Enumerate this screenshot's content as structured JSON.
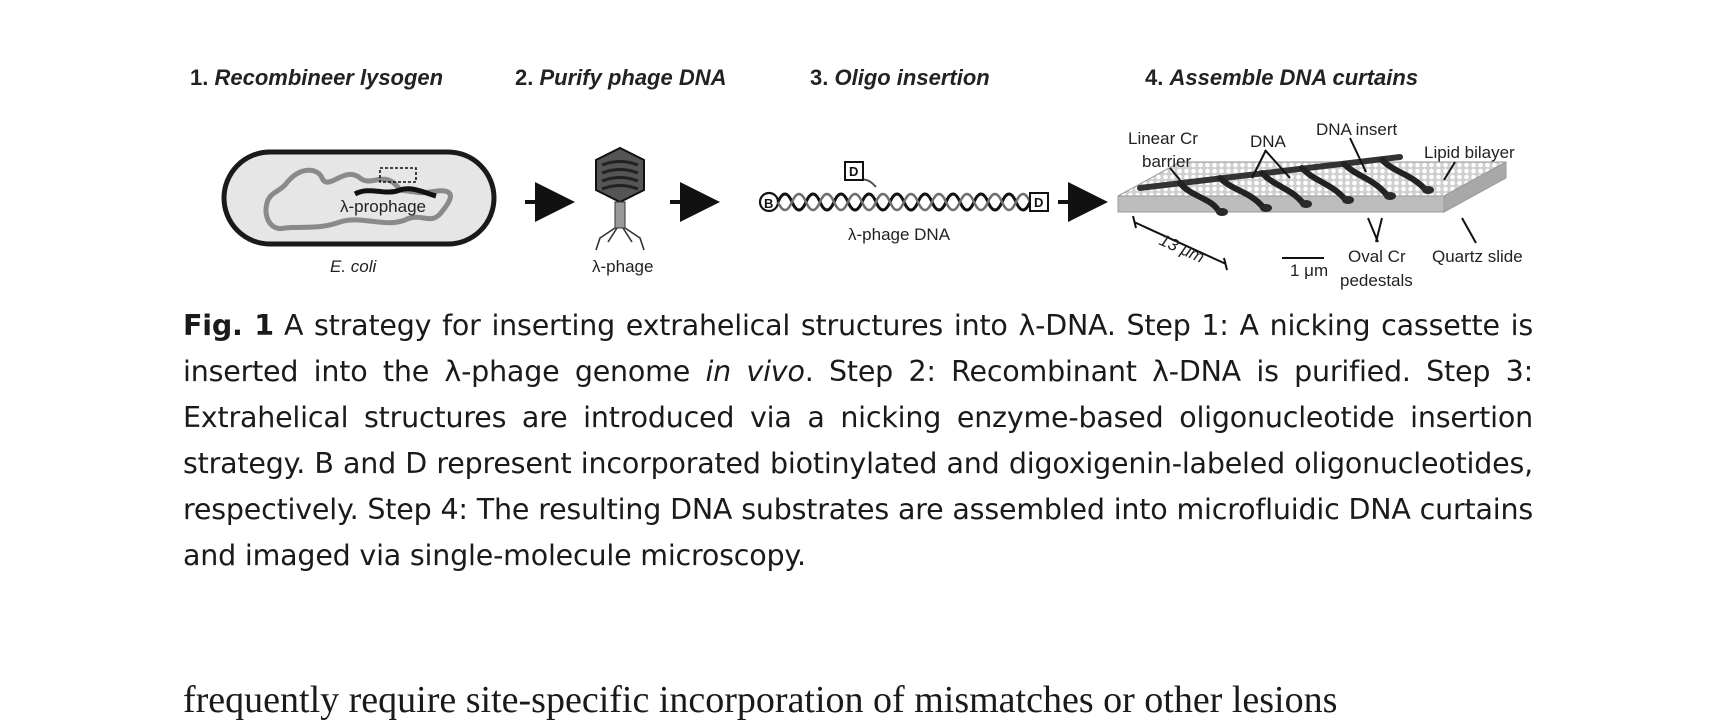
{
  "figure": {
    "steps": [
      {
        "number": "1.",
        "label": "Recombineer lysogen"
      },
      {
        "number": "2.",
        "label": "Purify phage DNA"
      },
      {
        "number": "3.",
        "label": "Oligo insertion"
      },
      {
        "number": "4.",
        "label": "Assemble DNA curtains"
      }
    ],
    "labels": {
      "prophage": "λ-prophage",
      "ecoli": "E. coli",
      "phage": "λ-phage",
      "phage_dna": "λ-phage DNA",
      "biotin_tag": "B",
      "dig_tag": "D",
      "linear_barrier_1": "Linear Cr",
      "linear_barrier_2": "barrier",
      "dna": "DNA",
      "dna_insert": "DNA insert",
      "lipid_bilayer": "Lipid bilayer",
      "length_13": "13 μm",
      "length_1": "1 μm",
      "oval_1": "Oval Cr",
      "oval_2": "pedestals",
      "quartz": "Quartz slide"
    }
  },
  "caption": {
    "fig_num": "Fig. 1",
    "part1": "A strategy for inserting extrahelical structures into λ-DNA. Step 1: A nicking cassette is inserted into the λ-phage genome ",
    "part2_italic": "in vivo",
    "part3": ". Step 2: Recombinant λ-DNA is purified. Step 3: Extrahelical structures are introduced via a nicking enzyme-based oligonucleotide insertion strategy. B and D represent incorporated biotinylated and digoxigenin-labeled oligonucleotides, respectively. Step 4: The resulting DNA substrates are assembled into microfluidic DNA curtains and imaged via single-molecule microscopy."
  },
  "body_text": "frequently require site-specific incorporation of mismatches or other lesions"
}
